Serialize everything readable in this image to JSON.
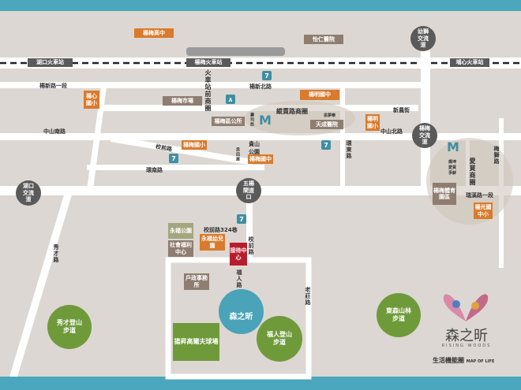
{
  "map": {
    "stations": {
      "hukou": "湖口火車站",
      "yangmei": "楊梅火車站",
      "puxin": "埔心火車站"
    },
    "interchanges": {
      "youshi": "幼獅交流道",
      "yangmei": "楊梅交流道",
      "hukou": "湖口交流道",
      "wuyang": "五楊閘道口"
    },
    "roads": {
      "yangxin1": "楊新路一段",
      "yangxinbei": "楊新北路",
      "zhongshannan": "中山南路",
      "zhongshanbei": "中山北路",
      "xiaoqian": "校前路",
      "huannan": "環南路",
      "huandong": "環東路",
      "xinnong": "新農街",
      "meishi": "梅獅路",
      "ruixi1": "瑞溪路一段",
      "xiaoqian324": "校前路324巷",
      "xiaoqian2": "校前路",
      "furen": "福人路",
      "xiucai": "秀才路",
      "laozhuang": "老莊路"
    },
    "districts": {
      "station_front": "火車站前商圈",
      "zongguan": "縱貫路商圈",
      "aimai": "愛買商圈"
    },
    "places": {
      "yangmei_high": "楊梅高中",
      "yiren_hospital": "怡仁醫院",
      "yangxin_elem": "楊心國小",
      "yangmei_market": "楊梅市場",
      "yangming_junior": "楊明國中",
      "district_office": "楊梅區公所",
      "yangming_elem": "楊明國小",
      "tiancheng_hospital": "天成醫院",
      "simengle": "思夢樂",
      "yangmei_elem": "楊梅國小",
      "guishan_park": "貴山公園",
      "yangmei_junior": "楊梅國中",
      "sports_park": "楊梅體育園區",
      "yangguang": "楊光國中小",
      "aimai_list": [
        "燦坤",
        "愛買",
        "爭鮮"
      ],
      "yongfu_park": "永福公園",
      "welfare_center": "社會福利中心",
      "yongfu_kinder": "永福幼兒園",
      "reception": "接待中心",
      "household_office": "戶政事務所",
      "golf": "揚昇高爾夫球場",
      "sushiro": "壽司郎",
      "dentian": "丞田屋"
    },
    "trails": {
      "xiucai": "秀才登山步道",
      "furen": "福人登山步道",
      "dongsen": "東森山林步道"
    },
    "project": "森之昕",
    "logo": {
      "name": "森之昕",
      "sub": "RISING WOODS",
      "title": "生活機能圈",
      "title_en": "MAP OF LIFE"
    },
    "colors": {
      "school": "#d97a2c",
      "facility": "#8f7d70",
      "station": "#5a5a5a",
      "project": "#4aa3b8",
      "trail": "#6f9a3a",
      "reception": "#b81d2d"
    }
  }
}
